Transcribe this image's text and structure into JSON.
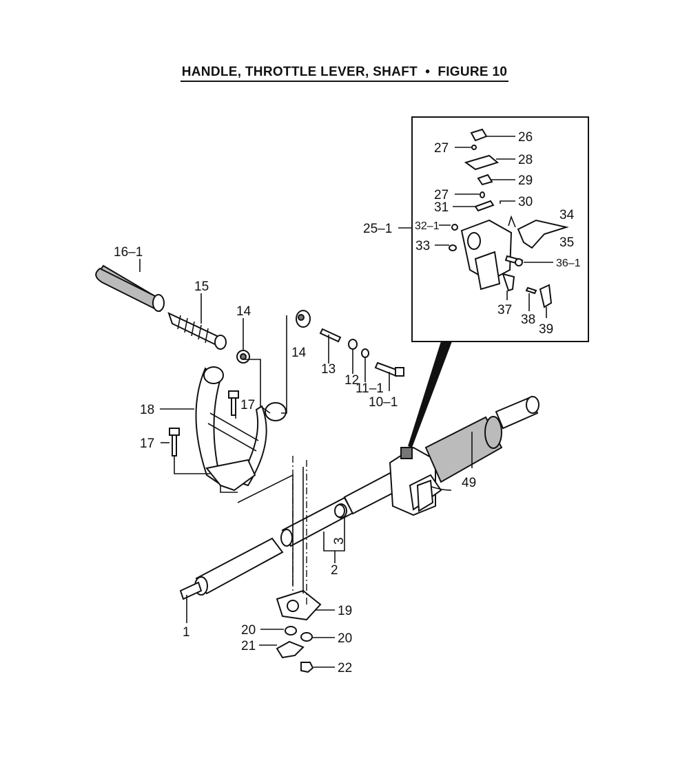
{
  "title": {
    "left": "HANDLE, THROTTLE LEVER, SHAFT",
    "sep": "•",
    "right": "FIGURE  10"
  },
  "labels": {
    "p1": "1",
    "p2": "2",
    "p3": "3",
    "p10_1": "10–1",
    "p11_1": "11–1",
    "p12": "12",
    "p13": "13",
    "p14a": "14",
    "p14b": "14",
    "p15": "15",
    "p16_1": "16–1",
    "p17a": "17",
    "p17b": "17",
    "p18": "18",
    "p19": "19",
    "p20a": "20",
    "p20b": "20",
    "p21": "21",
    "p22": "22",
    "p25_1": "25–1",
    "p26": "26",
    "p27a": "27",
    "p27b": "27",
    "p28": "28",
    "p29": "29",
    "p30": "30",
    "p31": "31",
    "p32_1": "32–1",
    "p33": "33",
    "p34": "34",
    "p35": "35",
    "p36_1": "36–1",
    "p37": "37",
    "p38": "38",
    "p39": "39",
    "p49": "49"
  }
}
